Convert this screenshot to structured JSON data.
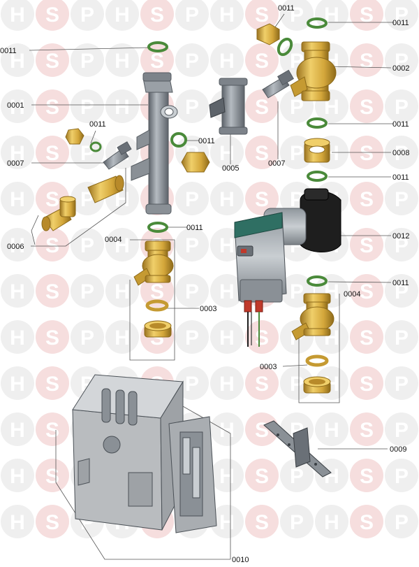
{
  "watermark": {
    "letters": [
      "H",
      "S",
      "P"
    ],
    "circle_color": "#efefef",
    "accent_circle_color": "#f6dede",
    "letter_color": "#ffffff"
  },
  "colors": {
    "brass": "#d3a63a",
    "brass_dark": "#8d6a1a",
    "grey_part": "#8a9096",
    "grey_dark": "#555b61",
    "oring_green": "#4a8a3a",
    "pump_teal": "#2f6f63",
    "pump_black": "#1e1e1e",
    "cover_grey": "#b9bcbf",
    "leader_line": "#555555"
  },
  "labels": {
    "oring_top": "0011",
    "oring_center": "0011",
    "oring_right_top": "0011",
    "oring_right_upper": "0011",
    "oring_small_left": "0011",
    "oring_right_mid": "0011",
    "oring_right_pump": "0011",
    "oring_bottom_center": "0011",
    "manifold": "0001",
    "ball_valve_top": "0002",
    "drain_small_left": "0007",
    "drain_right": "0007",
    "valve_grey": "0005",
    "filter": "0008",
    "pump": "0012",
    "drain_assembly": "0006",
    "isolator_left": "0004",
    "isolator_right": "0004",
    "union_nut_left": "0003",
    "union_nut_right": "0003",
    "bracket": "0009",
    "cover": "0010"
  }
}
